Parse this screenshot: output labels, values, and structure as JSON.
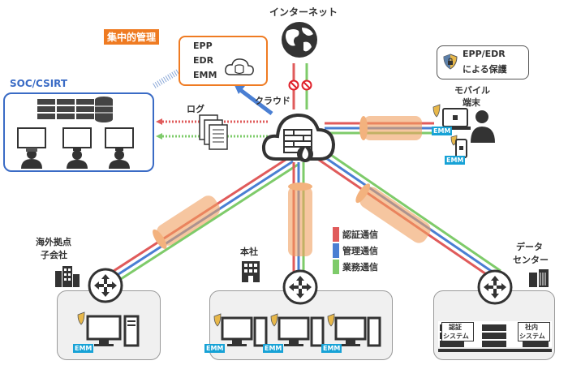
{
  "colors": {
    "auth": "#e05b5b",
    "mgmt": "#4a7fd3",
    "biz": "#7ecb6a",
    "tunnel": "#f0a060",
    "central": "#ef7b22",
    "soc": "#3a6bc5",
    "emm": "#17a2d6"
  },
  "internet": {
    "label": "インターネット"
  },
  "central": {
    "title": "集中的管理",
    "items": [
      "EPP",
      "EDR",
      "EMM"
    ]
  },
  "soc": {
    "title": "SOC/CSIRT"
  },
  "log": {
    "label": "ログ"
  },
  "cloud": {
    "label": "クラウド"
  },
  "protection": {
    "text1": "EPP/EDR",
    "text2": "による保護"
  },
  "mobile": {
    "line1": "モバイル",
    "line2": "端末",
    "emm1": "EMM",
    "emm2": "EMM"
  },
  "legend": {
    "items": [
      "認証通信",
      "管理通信",
      "業務通信"
    ]
  },
  "overseas": {
    "line1": "海外拠点",
    "line2": "子会社",
    "emm": "EMM"
  },
  "hq": {
    "label": "本社",
    "emm": [
      "EMM",
      "EMM",
      "EMM"
    ]
  },
  "datacenter": {
    "line1": "データ",
    "line2": "センター",
    "auth_line1": "認証",
    "auth_line2": "システム",
    "internal_line1": "社内",
    "internal_line2": "システム"
  }
}
